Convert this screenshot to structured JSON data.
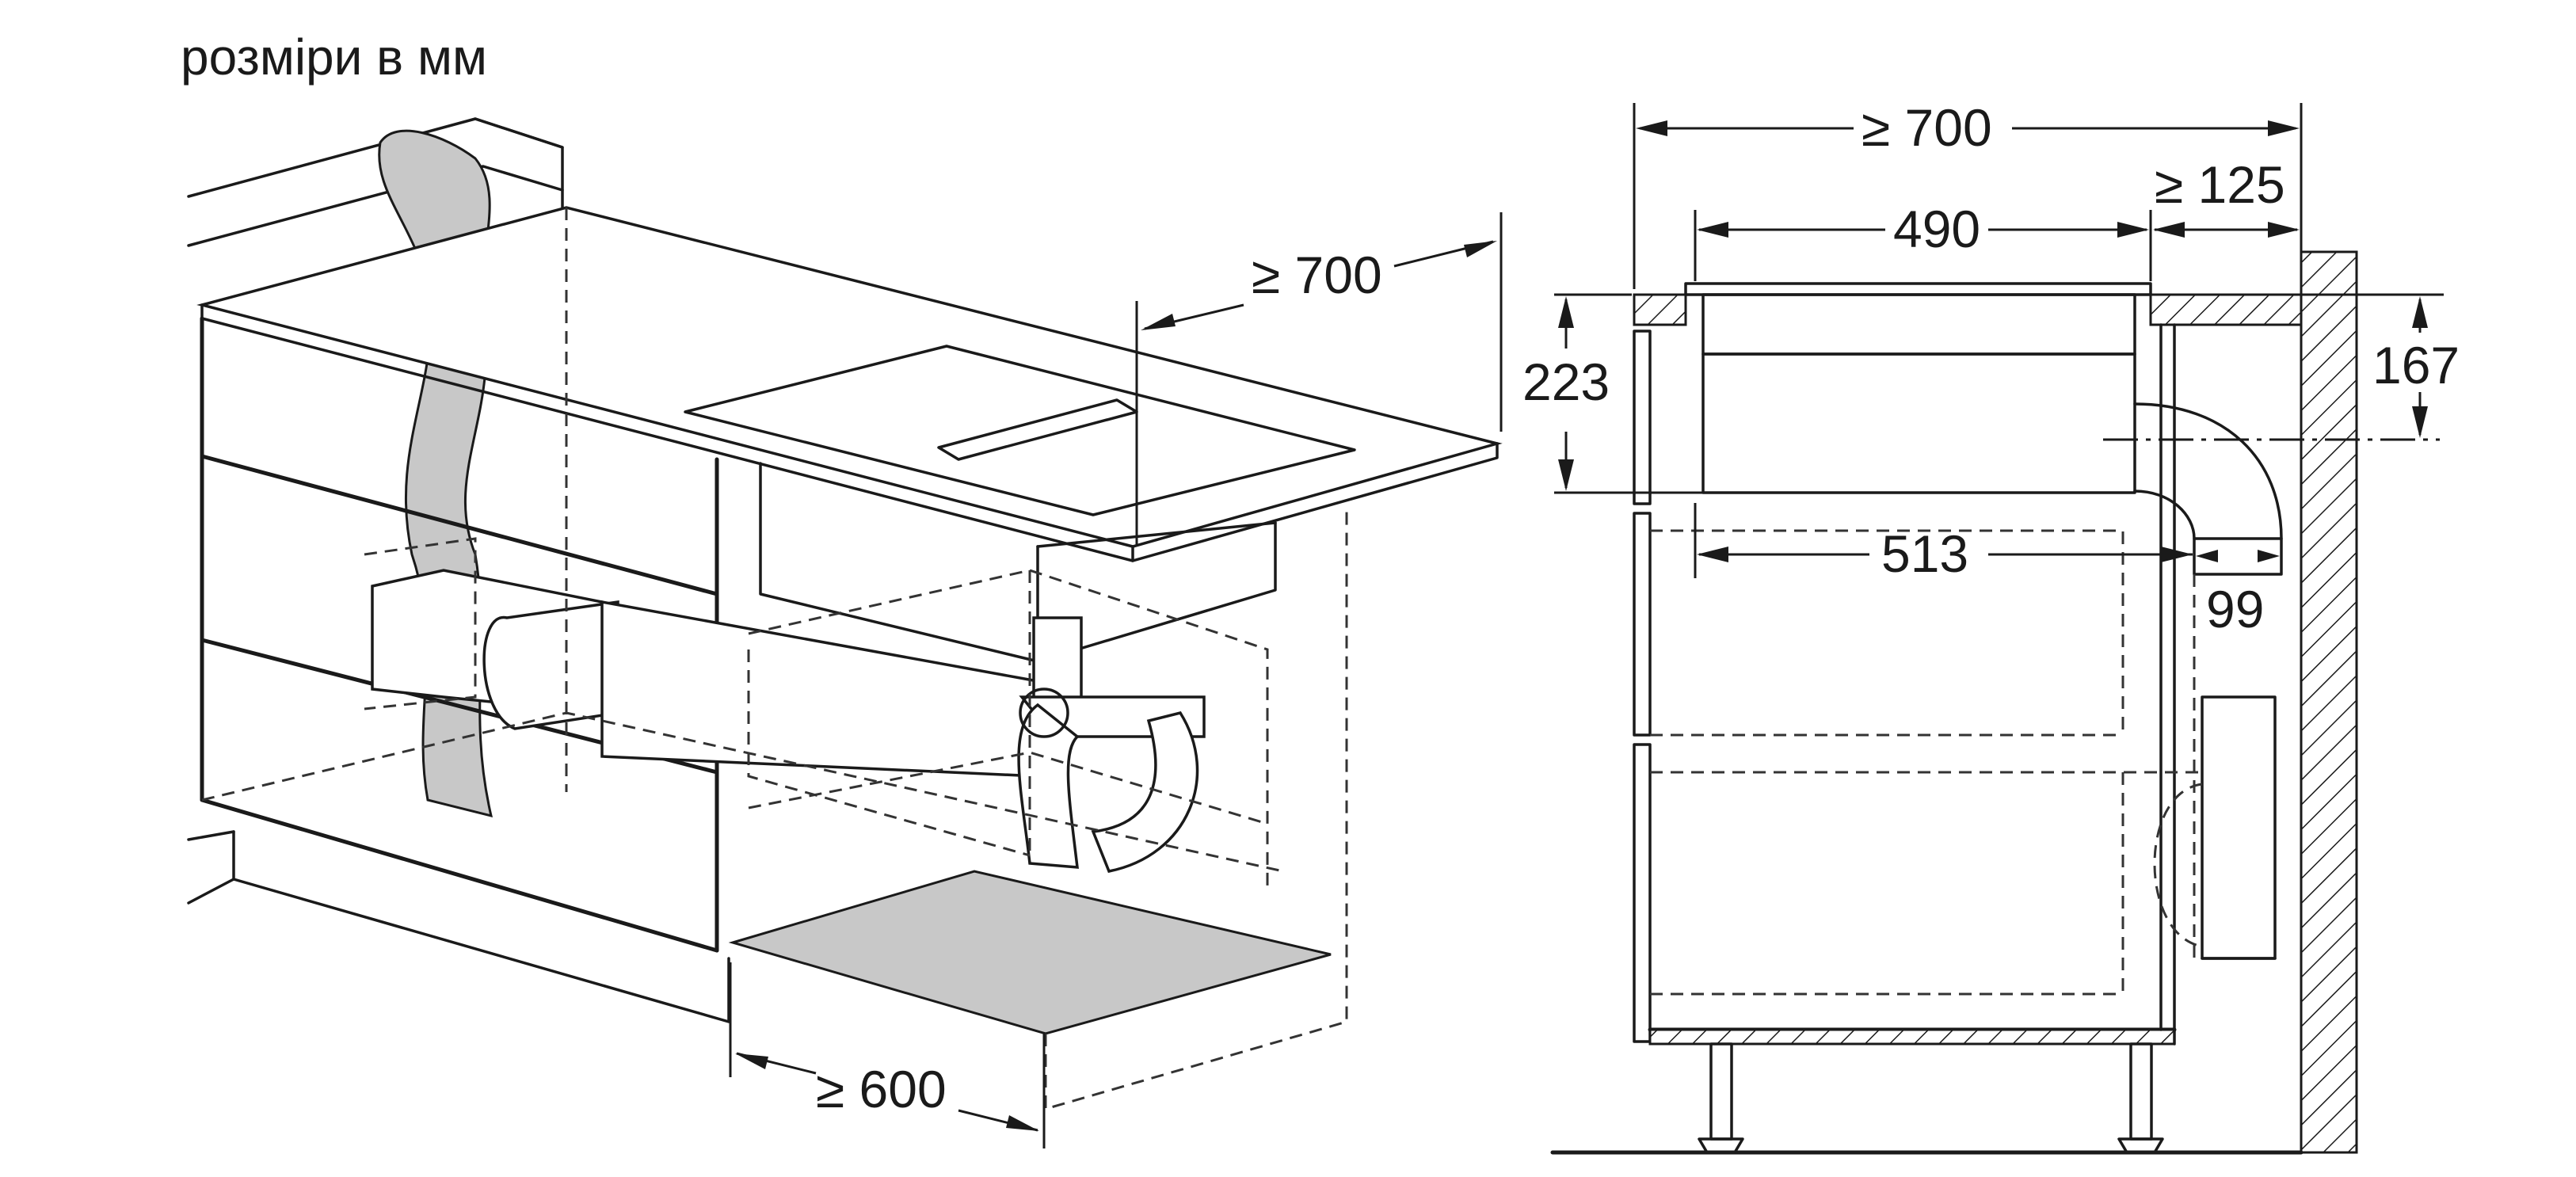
{
  "title": "розміри в мм",
  "dimensions": {
    "iso_depth": "≥ 700",
    "iso_width": "≥ 600",
    "side_total": "≥ 700",
    "side_gap": "≥ 125",
    "hob_depth": "490",
    "hob_height": "223",
    "duct_height": "167",
    "unit_depth": "513",
    "duct_width": "99"
  }
}
